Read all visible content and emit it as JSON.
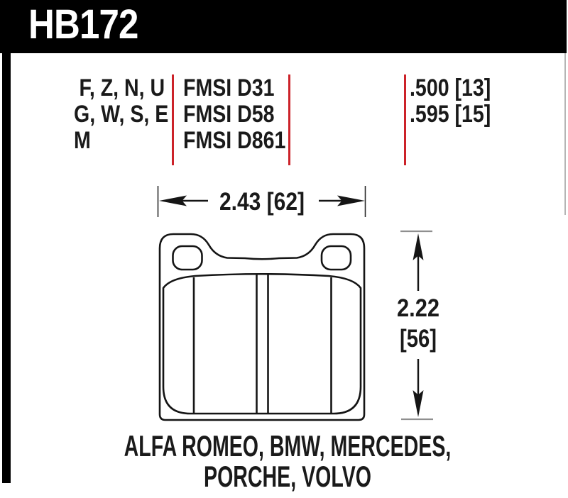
{
  "header": {
    "part_number": "HB172",
    "bg_color": "#000000",
    "text_color": "#ffffff"
  },
  "fitment_table": {
    "divider_color": "#cc2229",
    "compound_codes": [
      "F, Z, N, U",
      "G, W, S, E",
      "M"
    ],
    "fmsi_numbers": [
      "FMSI D31",
      "FMSI D58",
      "FMSI D861"
    ],
    "pad_thicknesses": [
      ".500 [13]",
      ".595 [15]"
    ]
  },
  "diagram": {
    "width_dimension": "2.43 [62]",
    "height_dimension_value": "2.22",
    "height_dimension_mm": "[56]",
    "line_color": "#151515"
  },
  "applications": {
    "line1": "ALFA ROMEO, BMW, MERCEDES,",
    "line2": "PORCHE, VOLVO"
  }
}
